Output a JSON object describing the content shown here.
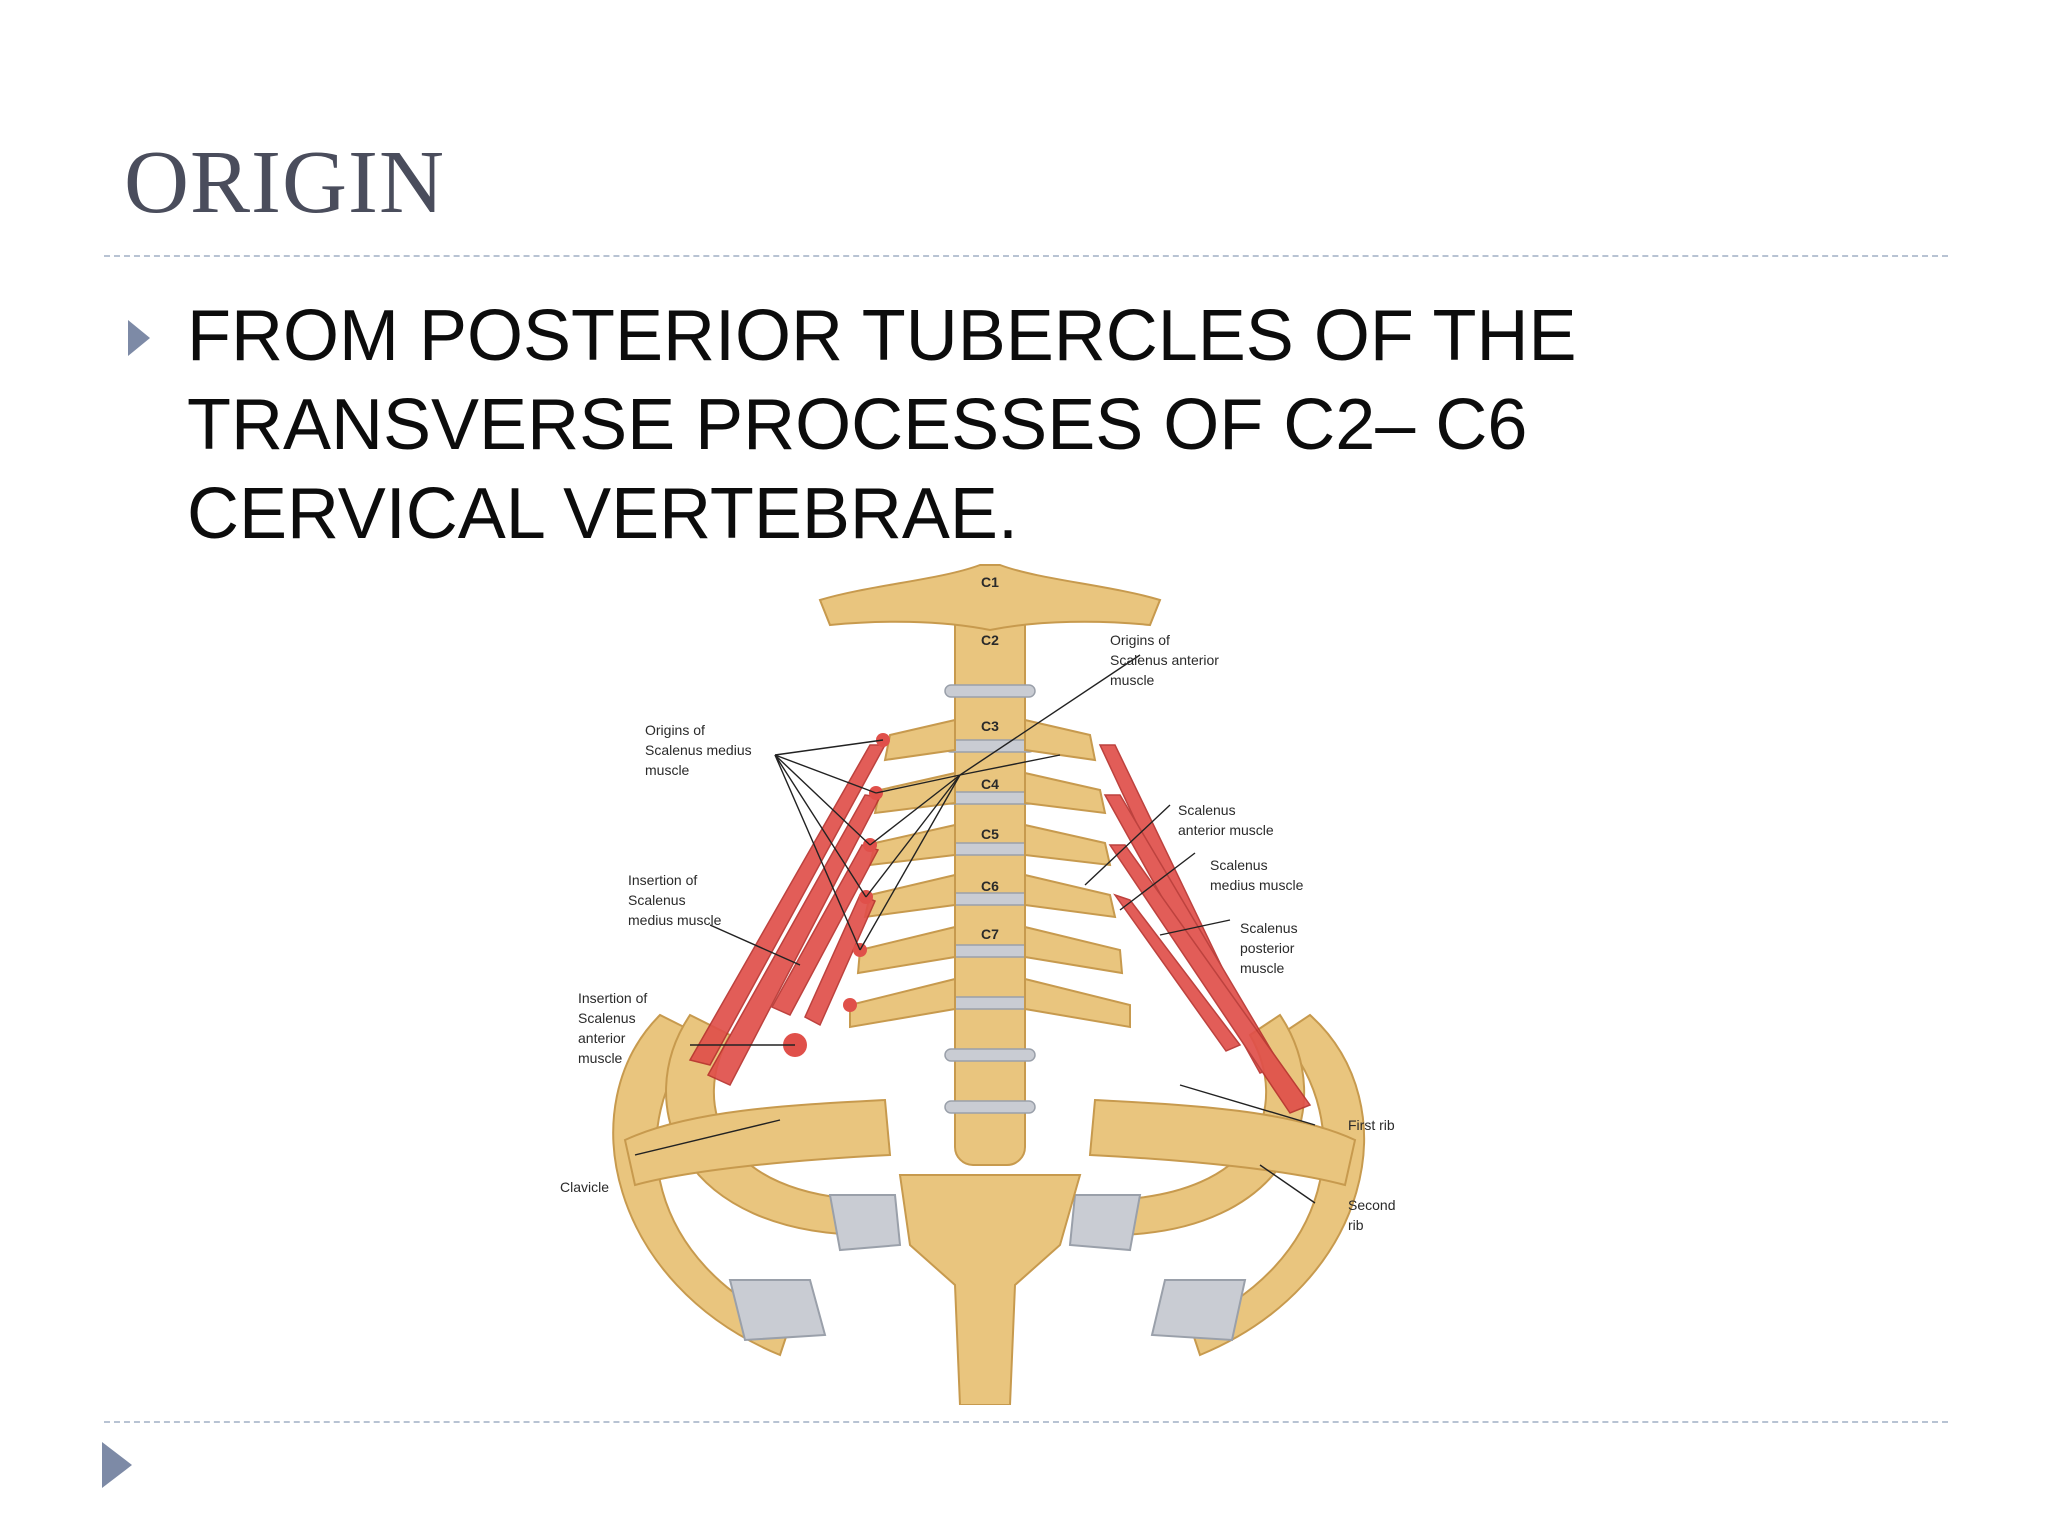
{
  "slide": {
    "title": "ORIGIN",
    "bullet": "FROM POSTERIOR TUBERCLES OF THE TRANSVERSE PROCESSES OF C2– C6 CERVICAL VERTEBRAE."
  },
  "figure": {
    "vertebra_labels": [
      "C1",
      "C2",
      "C3",
      "C4",
      "C5",
      "C6",
      "C7"
    ],
    "labels": {
      "origins_medius": [
        "Origins of",
        "Scalenus medius",
        "muscle"
      ],
      "origins_anterior": [
        "Origins of",
        "Scalenus anterior",
        "muscle"
      ],
      "insertion_medius": [
        "Insertion of",
        "Scalenus",
        "medius muscle"
      ],
      "insertion_anterior": [
        "Insertion of",
        "Scalenus",
        "anterior",
        "muscle"
      ],
      "scalenus_anterior": [
        "Scalenus",
        "anterior muscle"
      ],
      "scalenus_medius": [
        "Scalenus",
        "medius muscle"
      ],
      "scalenus_posterior": [
        "Scalenus",
        "posterior",
        "muscle"
      ],
      "clavicle": [
        "Clavicle"
      ],
      "first_rib": [
        "First rib"
      ],
      "second_rib": [
        "Second",
        "rib"
      ]
    }
  },
  "colors": {
    "title": "#4a4d5c",
    "accent": "#7d8aa6",
    "bone": "#e9c57e",
    "muscle": "#e0504a",
    "cartilage": "#c9ccd3"
  }
}
